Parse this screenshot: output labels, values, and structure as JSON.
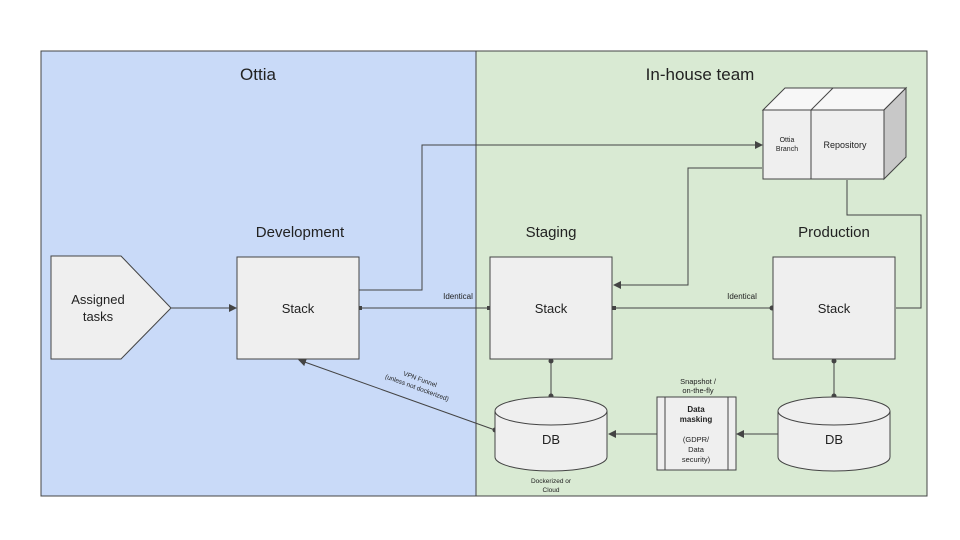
{
  "zones": {
    "left_title": "Ottia",
    "right_title": "In-house team",
    "left_color": "#c9daf8",
    "right_color": "#d9ead3"
  },
  "sections": {
    "development": "Development",
    "staging": "Staging",
    "production": "Production"
  },
  "nodes": {
    "assigned_tasks_line1": "Assigned",
    "assigned_tasks_line2": "tasks",
    "dev_stack": "Stack",
    "staging_stack": "Stack",
    "production_stack": "Stack",
    "staging_db": "DB",
    "production_db": "DB",
    "repository": "Repository",
    "ottia_branch_line1": "Ottia",
    "ottia_branch_line2": "Branch",
    "masking_title_line1": "Data",
    "masking_title_line2": "masking",
    "masking_sub_line1": "(GDPR/",
    "masking_sub_line2": "Data",
    "masking_sub_line3": "security)"
  },
  "edge_labels": {
    "identical_dev_staging": "Identical",
    "identical_staging_prod": "Identical",
    "vpn_line1": "VPN Funnel",
    "vpn_line2": "(unless not dockerized)",
    "snapshot_line1": "Snapshot /",
    "snapshot_line2": "on-the-fly",
    "dockerized_line1": "Dockerized or",
    "dockerized_line2": "Cloud"
  },
  "colors": {
    "node_fill": "#efefef",
    "stroke": "#444444"
  }
}
